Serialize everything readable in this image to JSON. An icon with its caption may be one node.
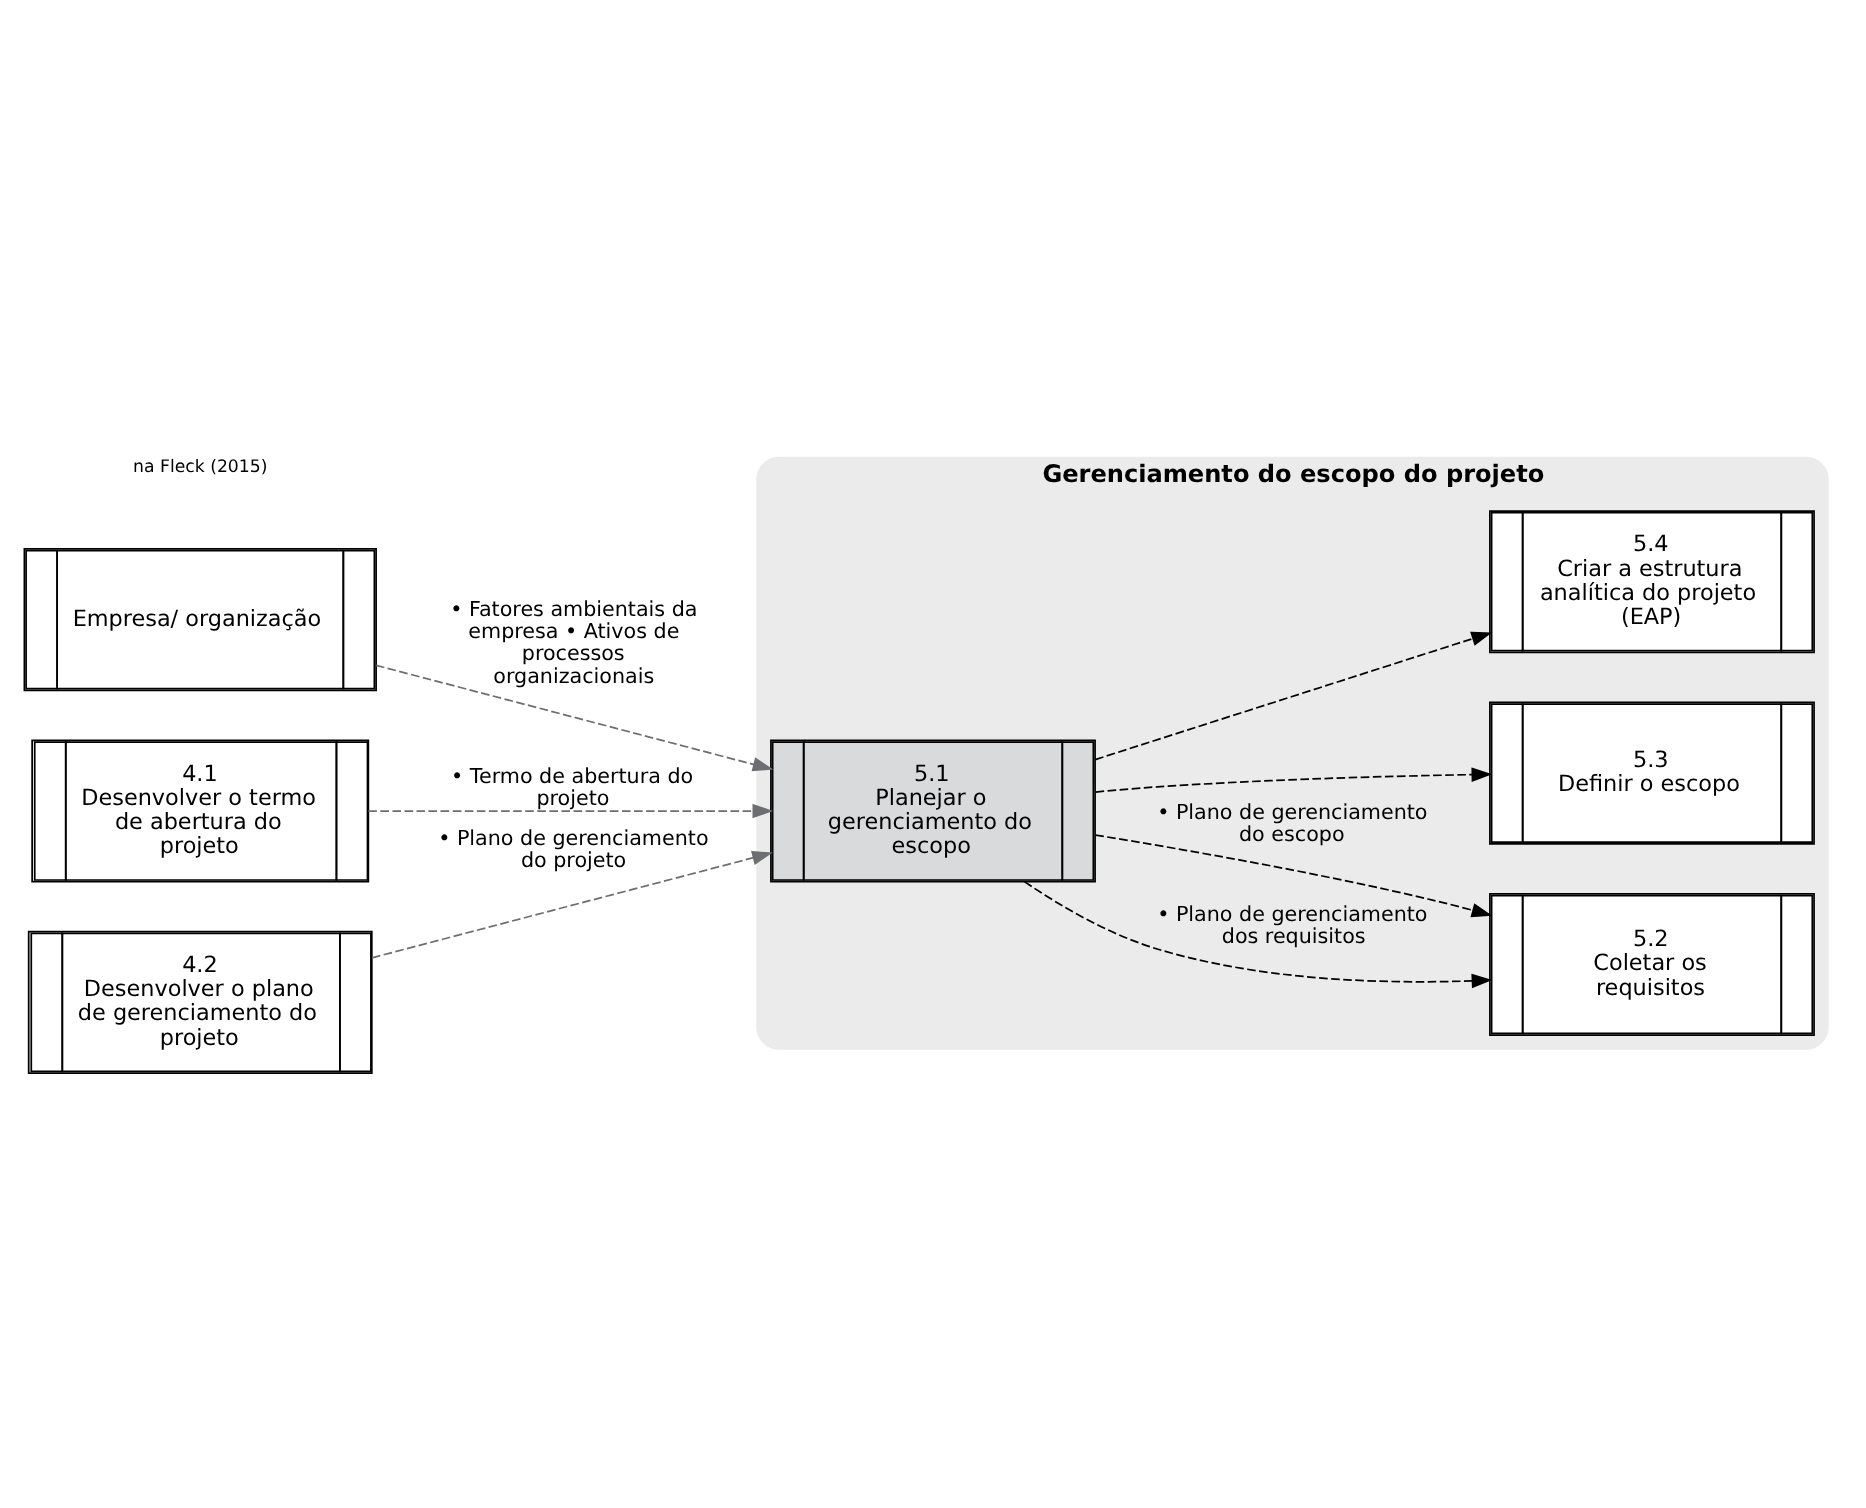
{
  "diagram": {
    "nodes": [
      {
        "text": [
          "Gerenciamento do escopo do projeto"
        ]
      },
      {
        "text": [
          "Empresa/ organização"
        ]
      },
      {
        "text": [
          "4.1",
          "Desenvolver o termo de abertura do projeto"
        ]
      },
      {
        "text": [
          "4.2",
          "Desenvolver o plano de gerenciamento do projeto"
        ]
      },
      {
        "text": [
          "5.1",
          "Planejar o gerenciamento do escopo"
        ],
        "in": 0
      },
      {
        "text": [
          "5.2",
          "Coletar os requisitos"
        ],
        "in": 0
      },
      {
        "text": [
          "5.3",
          "Definir o escopo"
        ],
        "in": 0
      },
      {
        "text": [
          "5.4",
          "Criar a estrutura analítica do projeto (EAP)"
        ],
        "in": 0
      }
    ],
    "edges": [
      {
        "from": 1,
        "to": 4,
        "arrow": "to",
        "label": "• Fatores ambientais da empresa • Ativos de processos organizacionais",
        "style": "dashed",
        "color": "#6d6e71"
      },
      {
        "from": 2,
        "to": 4,
        "arrow": "to",
        "label": "• Termo de abertura do projeto",
        "style": "dashed",
        "color": "#6d6e71"
      },
      {
        "from": 3,
        "to": 4,
        "arrow": "to",
        "label": "• Plano de gerenciamento do projeto",
        "style": "dashed",
        "color": "#6d6e71"
      },
      {
        "from": 4,
        "to": 5,
        "arrow": "to",
        "label": "• Plano de gerenciamento dos requisitos",
        "style": "dashed"
      },
      {
        "from": 4,
        "to": 5,
        "arrow": "to",
        "label": "• Plano de gerenciamento do escopo",
        "style": "dashed"
      },
      {
        "from": 4,
        "to": 6,
        "arrow": "to",
        "style": "dashed"
      },
      {
        "from": 4,
        "to": 7,
        "arrow": "to",
        "style": "dashed"
      }
    ],
    "labels": [
      "na Fleck (2015)"
    ]
  }
}
